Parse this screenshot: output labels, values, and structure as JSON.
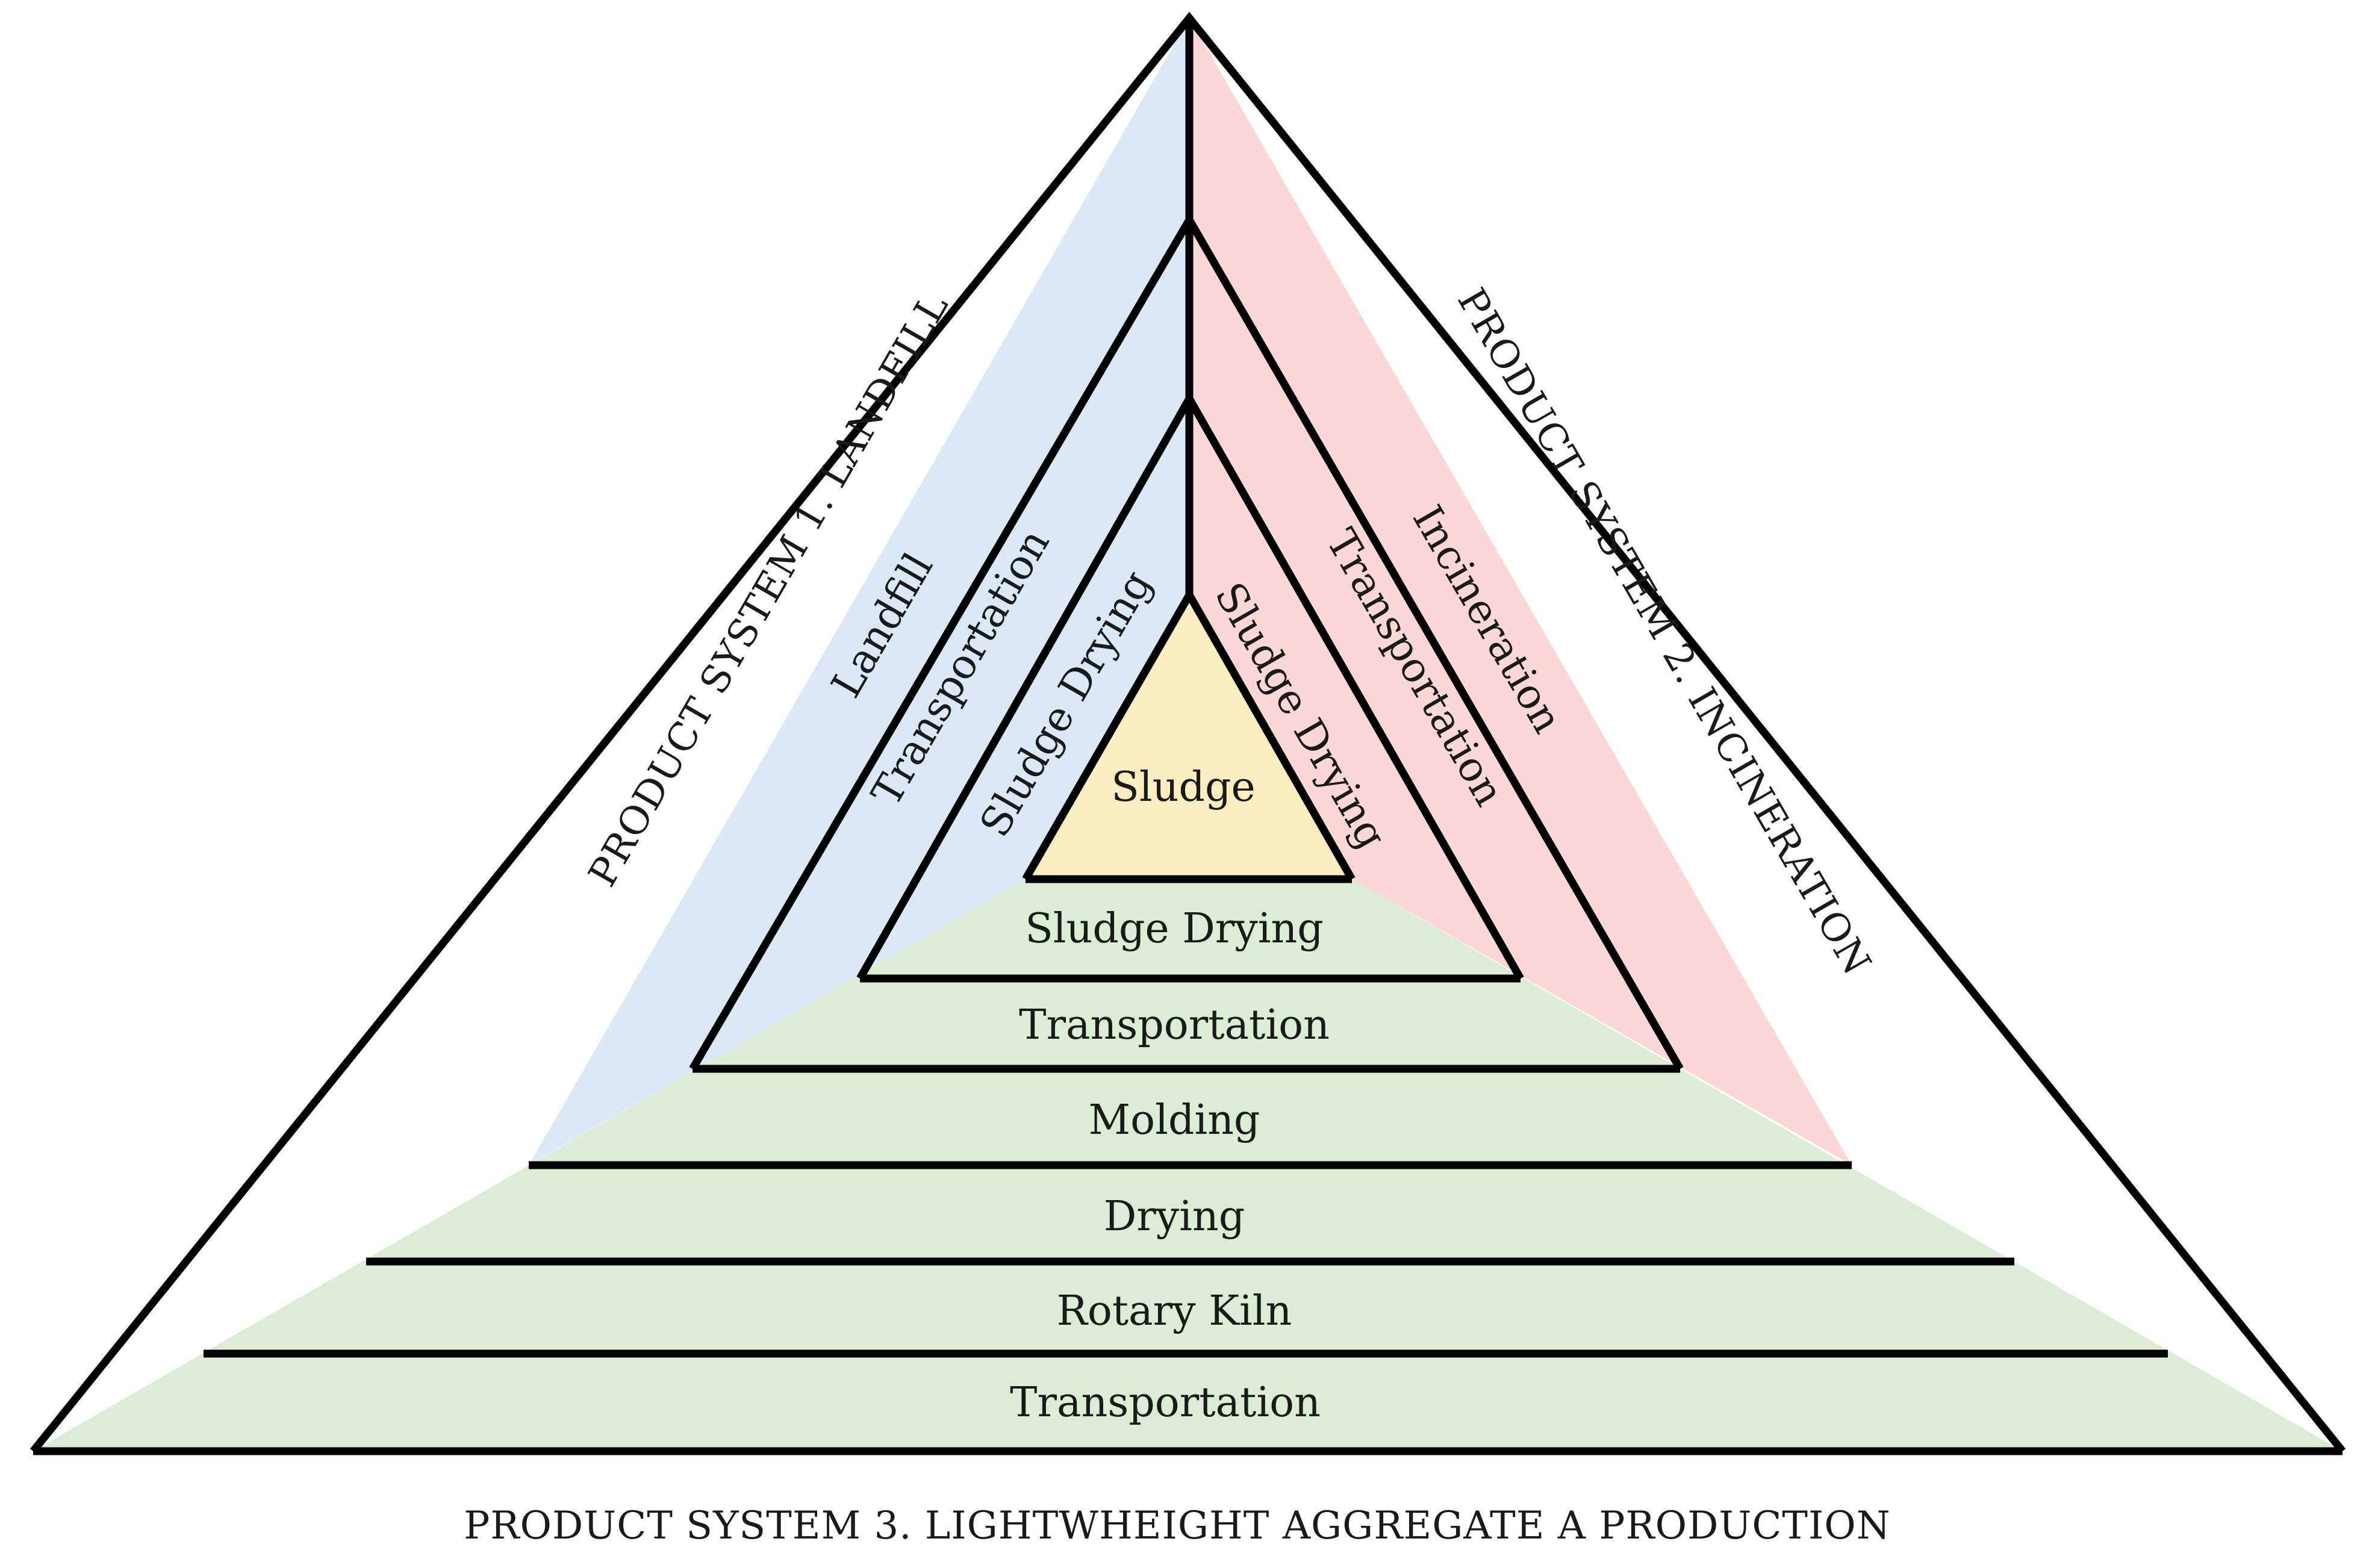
{
  "colors": {
    "landfill": "#dbe9f6",
    "incineration": "#fbd7d6",
    "aggregate": "#dcedd6",
    "core": "#fdeec1",
    "line": "#000000"
  },
  "core_label": "Sludge",
  "system1": {
    "caption": "PRODUCT SYSTEM 1. LANDFILL",
    "layers": [
      "Landfill",
      "Transportation",
      "Sludge Drying"
    ]
  },
  "system2": {
    "caption": "PRODUCT SYSTEM 2. INCINERATION",
    "layers": [
      "Incineration",
      "Transportation",
      "Sludge Drying"
    ]
  },
  "system3": {
    "caption": "PRODUCT SYSTEM 3. LIGHTWHEIGHT AGGREGATE A PRODUCTION",
    "layers": [
      "Sludge Drying",
      "Transportation",
      "Molding",
      "Drying",
      "Rotary Kiln",
      "Transportation"
    ]
  }
}
